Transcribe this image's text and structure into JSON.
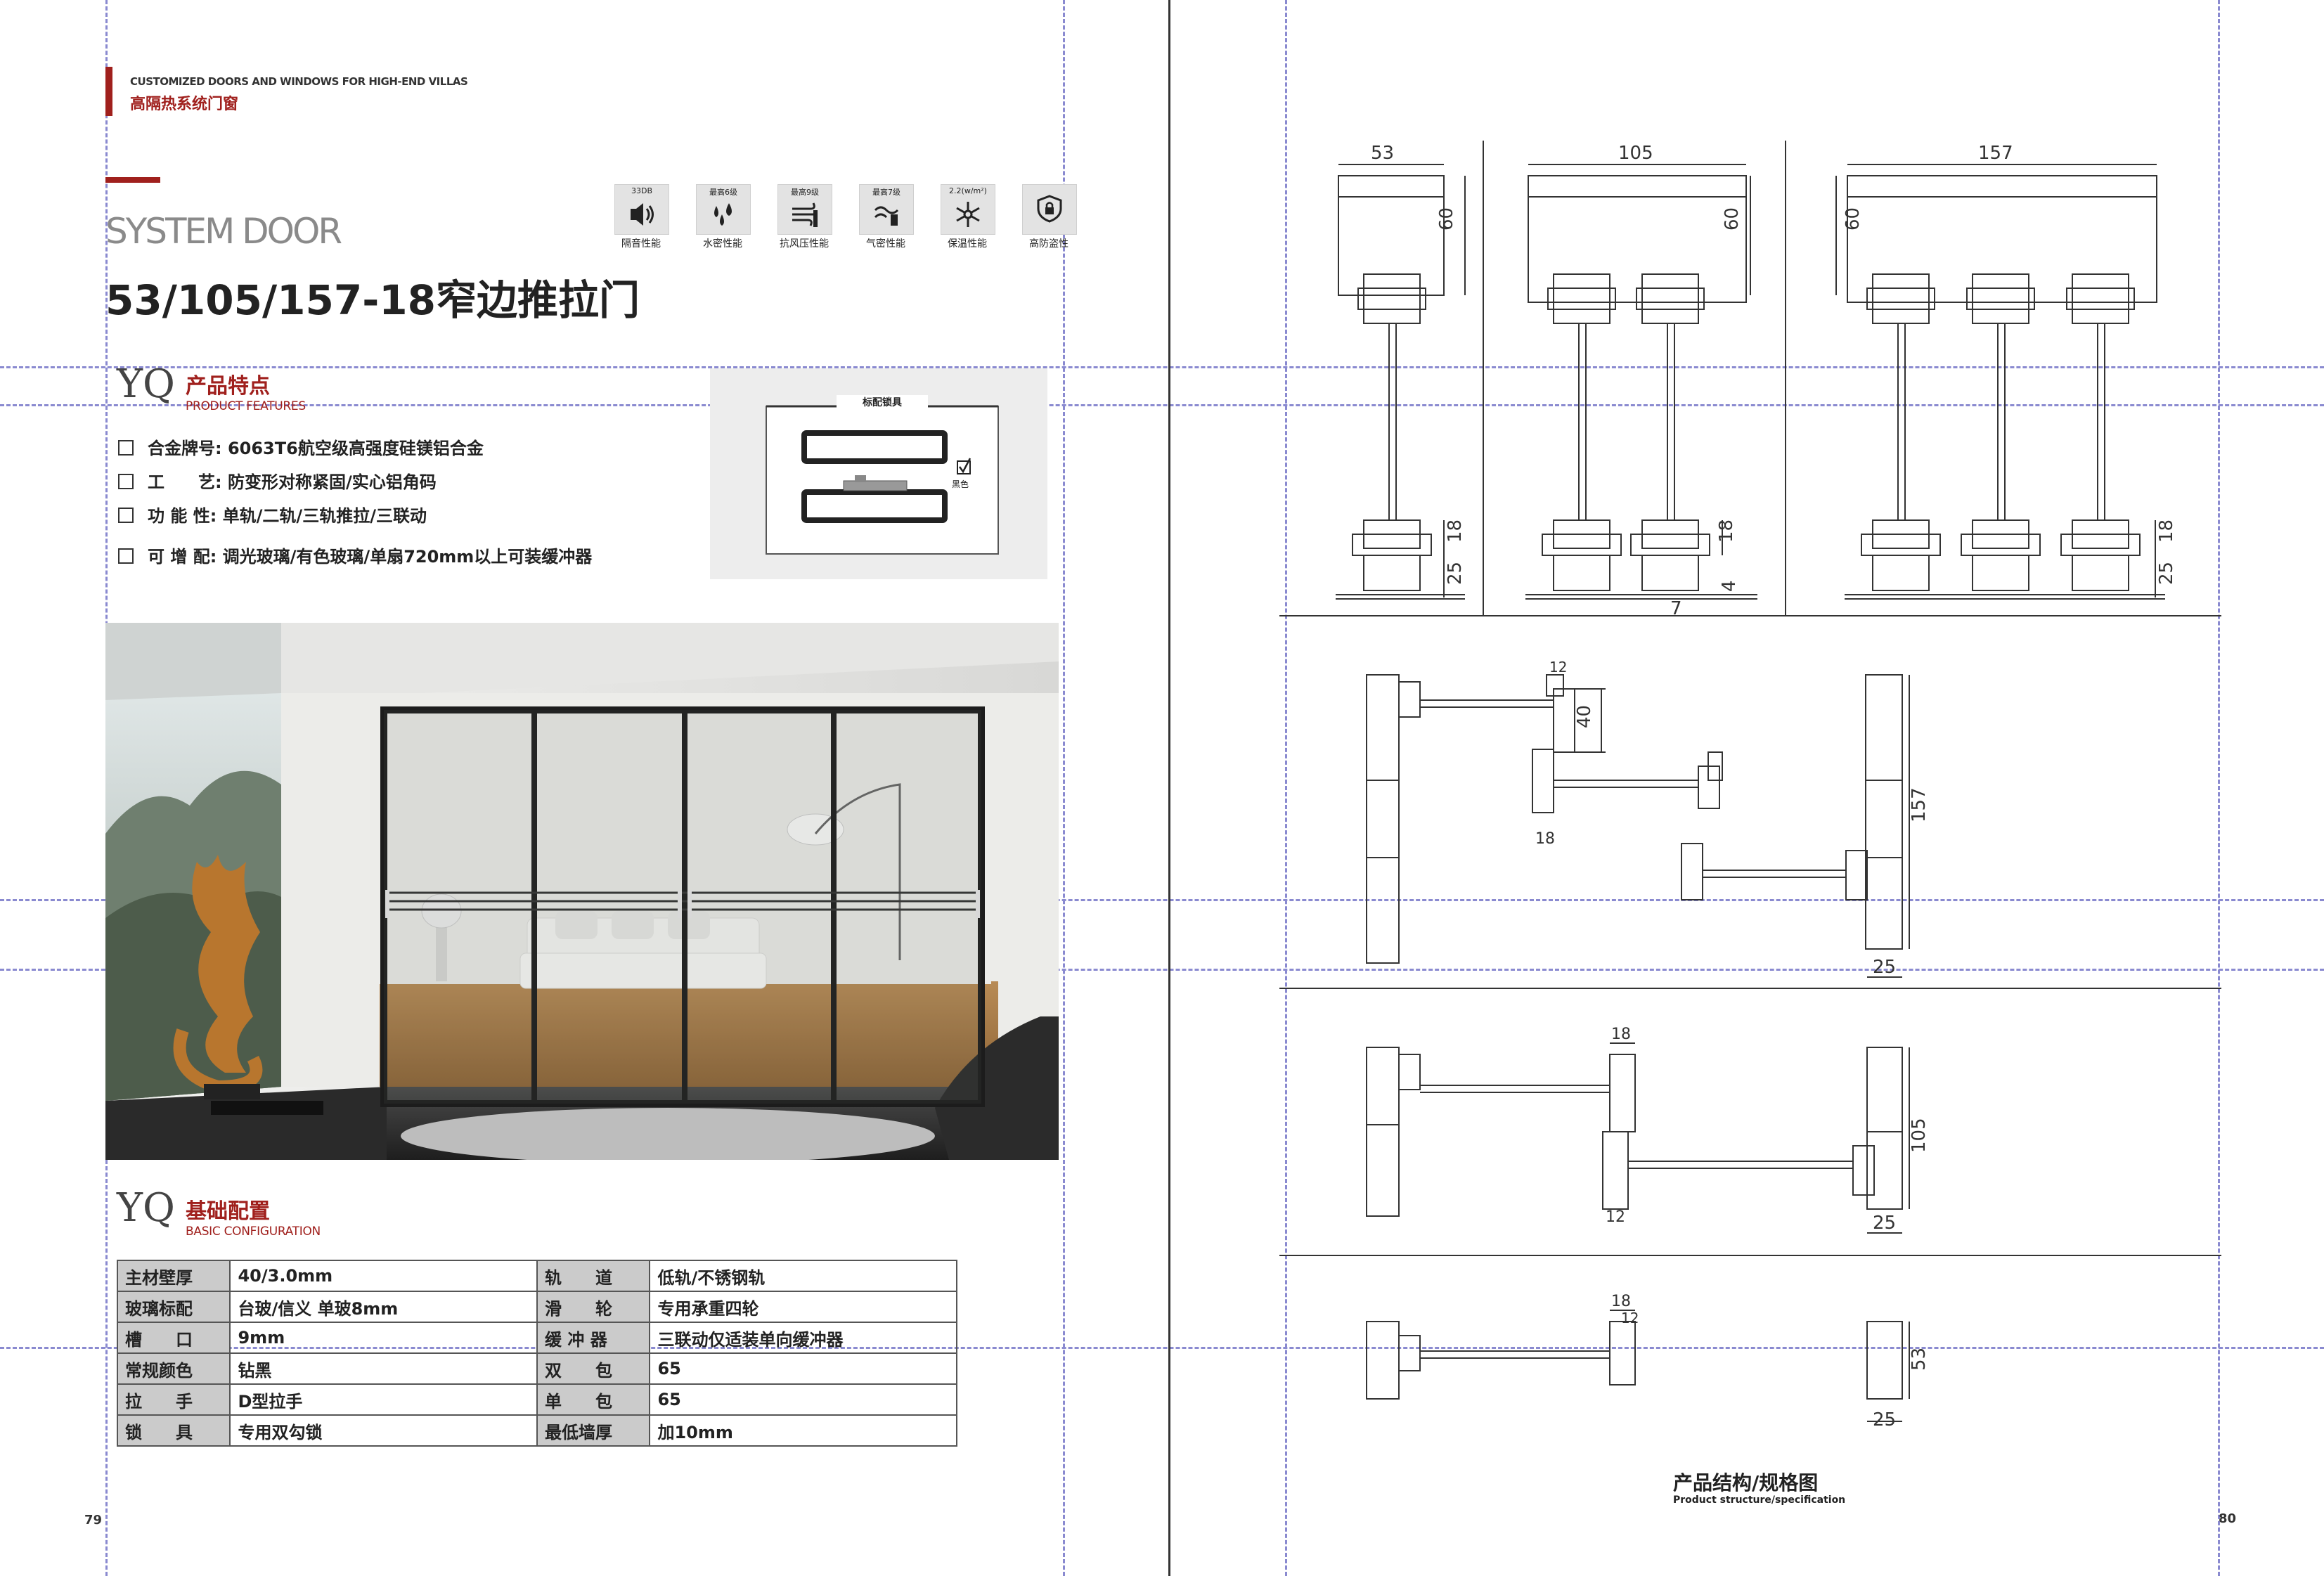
{
  "left_page": {
    "brand_en": "CUSTOMIZED DOORS AND WINDOWS FOR HIGH-END VILLAS",
    "brand_cn": "高隔热系统门窗",
    "system_door": "SYSTEM DOOR",
    "title": "53/105/157-18窄边推拉门",
    "performance_icons": [
      {
        "name": "sound-icon",
        "top": "33DB",
        "label": "隔音性能"
      },
      {
        "name": "water-icon",
        "top": "最高6级",
        "label": "水密性能"
      },
      {
        "name": "wind-icon",
        "top": "最高9级",
        "label": "抗风压性能"
      },
      {
        "name": "air-icon",
        "top": "最高7级",
        "label": "气密性能"
      },
      {
        "name": "snow-icon",
        "top": "2.2(w/m²)",
        "label": "保温性能"
      },
      {
        "name": "shield-icon",
        "top": "",
        "label": "高防盗性"
      }
    ],
    "features_section": {
      "yq": "YQ",
      "cn": "产品特点",
      "en": "PRODUCT FEATURES"
    },
    "features": [
      "合金牌号: 6063T6航空级高强度硅镁铝合金",
      "工　　艺: 防变形对称紧固/实心铝角码",
      "功 能 性: 单轨/二轨/三轨推拉/三联动",
      "可 增 配: 调光玻璃/有色玻璃/单扇720mm以上可装缓冲器"
    ],
    "lock_panel": {
      "title": "标配锁具",
      "color_label": "黑色"
    },
    "config_section": {
      "yq": "YQ",
      "cn": "基础配置",
      "en": "BASIC CONFIGURATION"
    },
    "config_rows": [
      [
        "主材壁厚",
        "40/3.0mm",
        "轨　　道",
        "低轨/不锈钢轨"
      ],
      [
        "玻璃标配",
        "台玻/信义  单玻8mm",
        "滑　　轮",
        "专用承重四轮"
      ],
      [
        "槽　　口",
        "9mm",
        "缓 冲 器",
        "三联动仅适装单向缓冲器"
      ],
      [
        "常规颜色",
        "钻黑",
        "双　　包",
        "65"
      ],
      [
        "拉　　手",
        "D型拉手",
        "单　　包",
        "65"
      ],
      [
        "锁　　具",
        "专用双勾锁",
        "最低墙厚",
        "加10mm"
      ]
    ],
    "page_number": "79"
  },
  "right_page": {
    "dims_top": [
      "53",
      "105",
      "157"
    ],
    "dim_labels": {
      "d60": "60",
      "d18": "18",
      "d25": "25",
      "d4": "4",
      "d7": "7",
      "d12": "12",
      "d40": "40",
      "d157": "157",
      "d105": "105",
      "d53": "53"
    },
    "drawing_title": "产品结构/规格图",
    "drawing_subtitle": "Product structure/specification",
    "page_number": "80"
  },
  "colors": {
    "accent": "#a0201d",
    "guide": "#8a8ad0",
    "frame": "#2b2b2b"
  }
}
